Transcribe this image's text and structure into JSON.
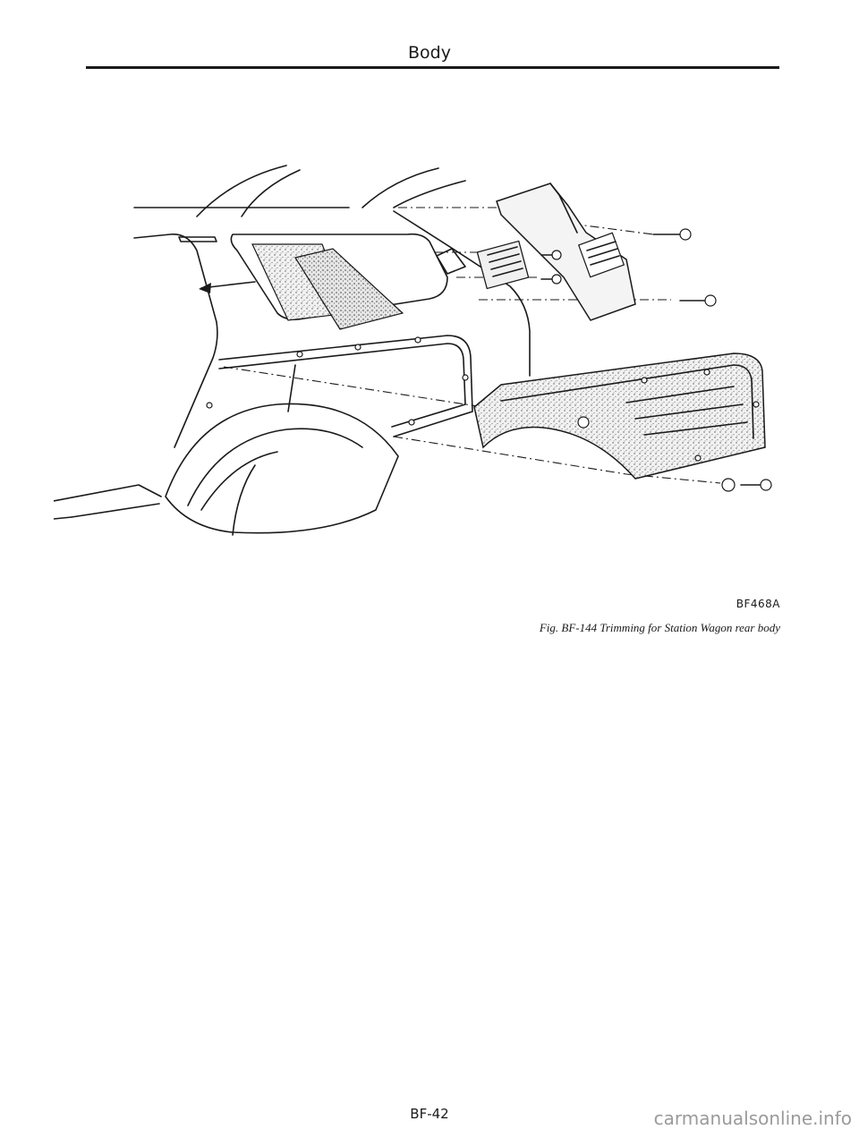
{
  "header": {
    "title": "Body"
  },
  "figure": {
    "code": "BF468A",
    "caption": "Fig. BF-144  Trimming for Station Wagon rear body"
  },
  "footer": {
    "page_number": "BF-42",
    "watermark": "carmanualsonline.info"
  },
  "icons": [
    "rear-body-exploded-drawing",
    "screw-icon",
    "clip-icon",
    "arrow-left-icon"
  ]
}
